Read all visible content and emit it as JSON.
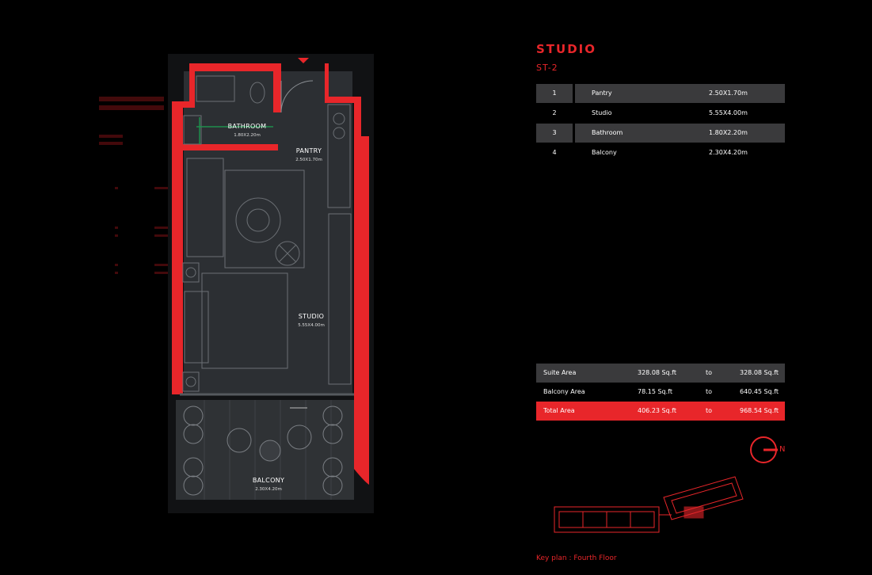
{
  "header": {
    "title": "STUDIO",
    "subtitle": "ST-2"
  },
  "plan_labels": {
    "bathroom": {
      "name": "BATHROOM",
      "dim": "1.80X2.20m"
    },
    "pantry": {
      "name": "PANTRY",
      "dim": "2.50X1.70m"
    },
    "studio": {
      "name": "STUDIO",
      "dim": "5.55X4.00m"
    },
    "balcony": {
      "name": "BALCONY",
      "dim": "2.30X4.20m"
    }
  },
  "rooms": [
    {
      "num": "1",
      "name": "Pantry",
      "size": "2.50X1.70m"
    },
    {
      "num": "2",
      "name": "Studio",
      "size": "5.55X4.00m"
    },
    {
      "num": "3",
      "name": "Bathroom",
      "size": "1.80X2.20m"
    },
    {
      "num": "4",
      "name": "Balcony",
      "size": "2.30X4.20m"
    }
  ],
  "areas": [
    {
      "label": "Suite Area",
      "from": "328.08 Sq.ft",
      "to_word": "to",
      "to": "328.08 Sq.ft"
    },
    {
      "label": "Balcony Area",
      "from": "78.15 Sq.ft",
      "to_word": "to",
      "to": "640.45 Sq.ft"
    },
    {
      "label": "Total Area",
      "from": "406.23 Sq.ft",
      "to_word": "to",
      "to": "968.54 Sq.ft"
    }
  ],
  "compass": {
    "label": "N"
  },
  "keyplan": {
    "label": "Key plan : Fourth Floor"
  },
  "colors": {
    "accent": "#e8262a",
    "background": "#000000",
    "row_shade": "#3a3a3c",
    "floor": "#2c2f33"
  }
}
